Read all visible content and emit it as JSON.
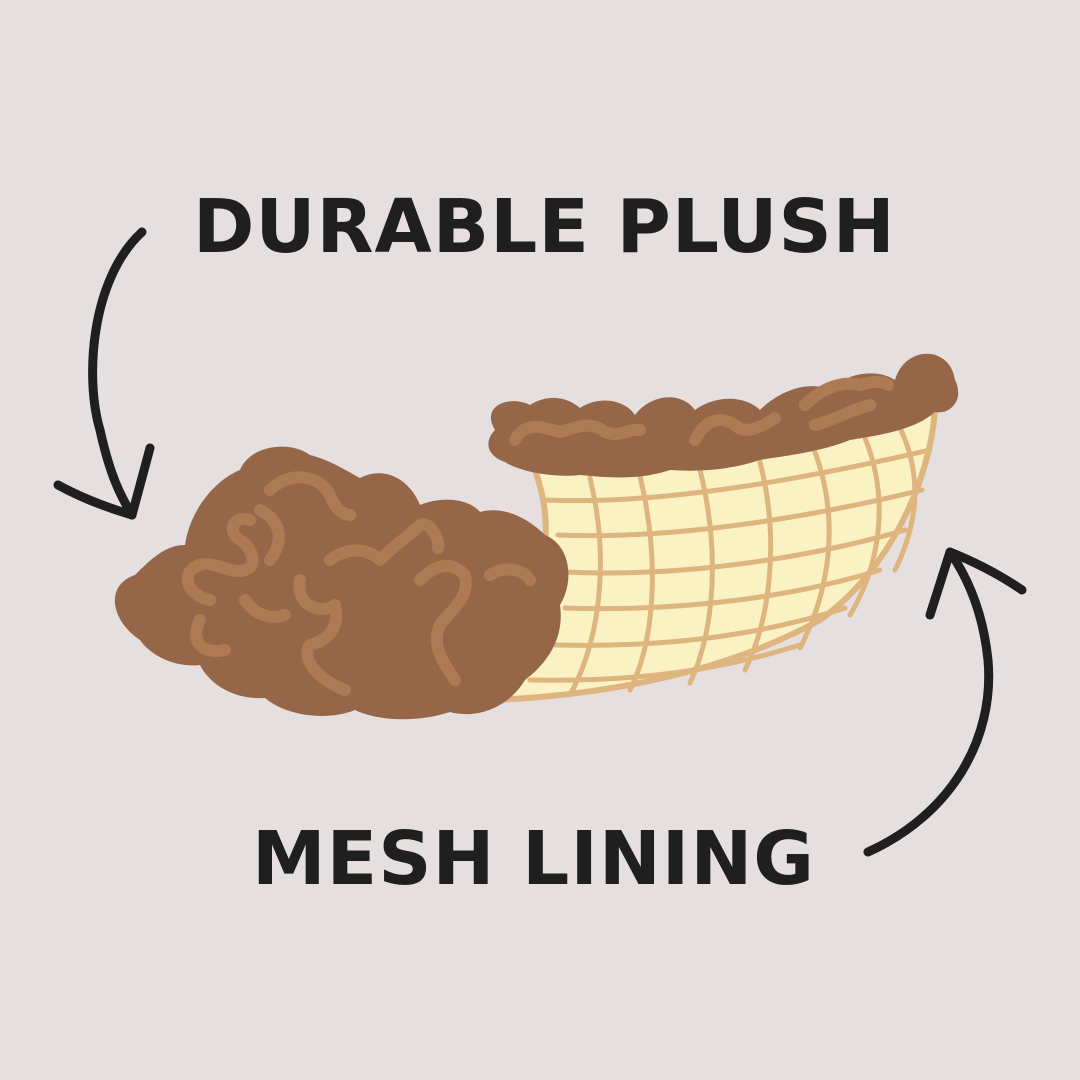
{
  "labels": {
    "top": "DURABLE PLUSH",
    "bottom": "MESH LINING"
  },
  "icons": {
    "arrow_top": "curved-arrow-down-icon",
    "arrow_bottom": "curved-arrow-up-icon",
    "illustration": "plush-mesh-cap-illustration"
  },
  "colors": {
    "background": "#e5dfdf",
    "text": "#1f1f1f",
    "plush": "#956748",
    "plush_highlight": "#ad7a54",
    "mesh_fill": "#fbf2c4",
    "mesh_line": "#deb47f"
  }
}
